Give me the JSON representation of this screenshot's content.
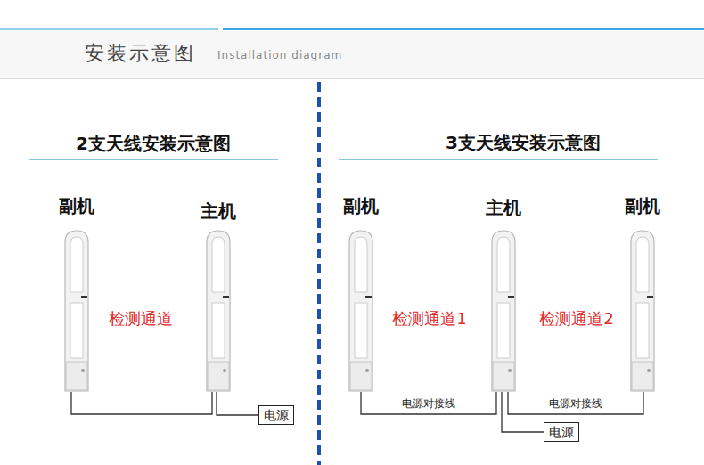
{
  "diagram": {
    "title": "安装示意图",
    "nodes": [
      {
        "text": [
          "副机"
        ]
      },
      {
        "text": [
          "主机"
        ]
      },
      {
        "text": [
          "电源"
        ]
      },
      {
        "text": [
          "副机"
        ]
      },
      {
        "text": [
          "主机"
        ]
      },
      {
        "text": [
          "副机"
        ]
      },
      {
        "text": [
          "电源"
        ]
      }
    ],
    "edges": [
      {
        "from": 0,
        "to": 1,
        "arrow": "none"
      },
      {
        "from": 1,
        "to": 2,
        "arrow": "none"
      },
      {
        "from": 3,
        "to": 4,
        "label": "电源对接线",
        "arrow": "none"
      },
      {
        "from": 4,
        "to": 5,
        "label": "电源对接线",
        "arrow": "none"
      },
      {
        "from": 4,
        "to": 6,
        "arrow": "none"
      }
    ],
    "labels": [
      "Installation diagram",
      "2支天线安装示意图",
      "检测通道",
      "3支天线安装示意图",
      "检测通道1",
      "检测通道2"
    ]
  }
}
